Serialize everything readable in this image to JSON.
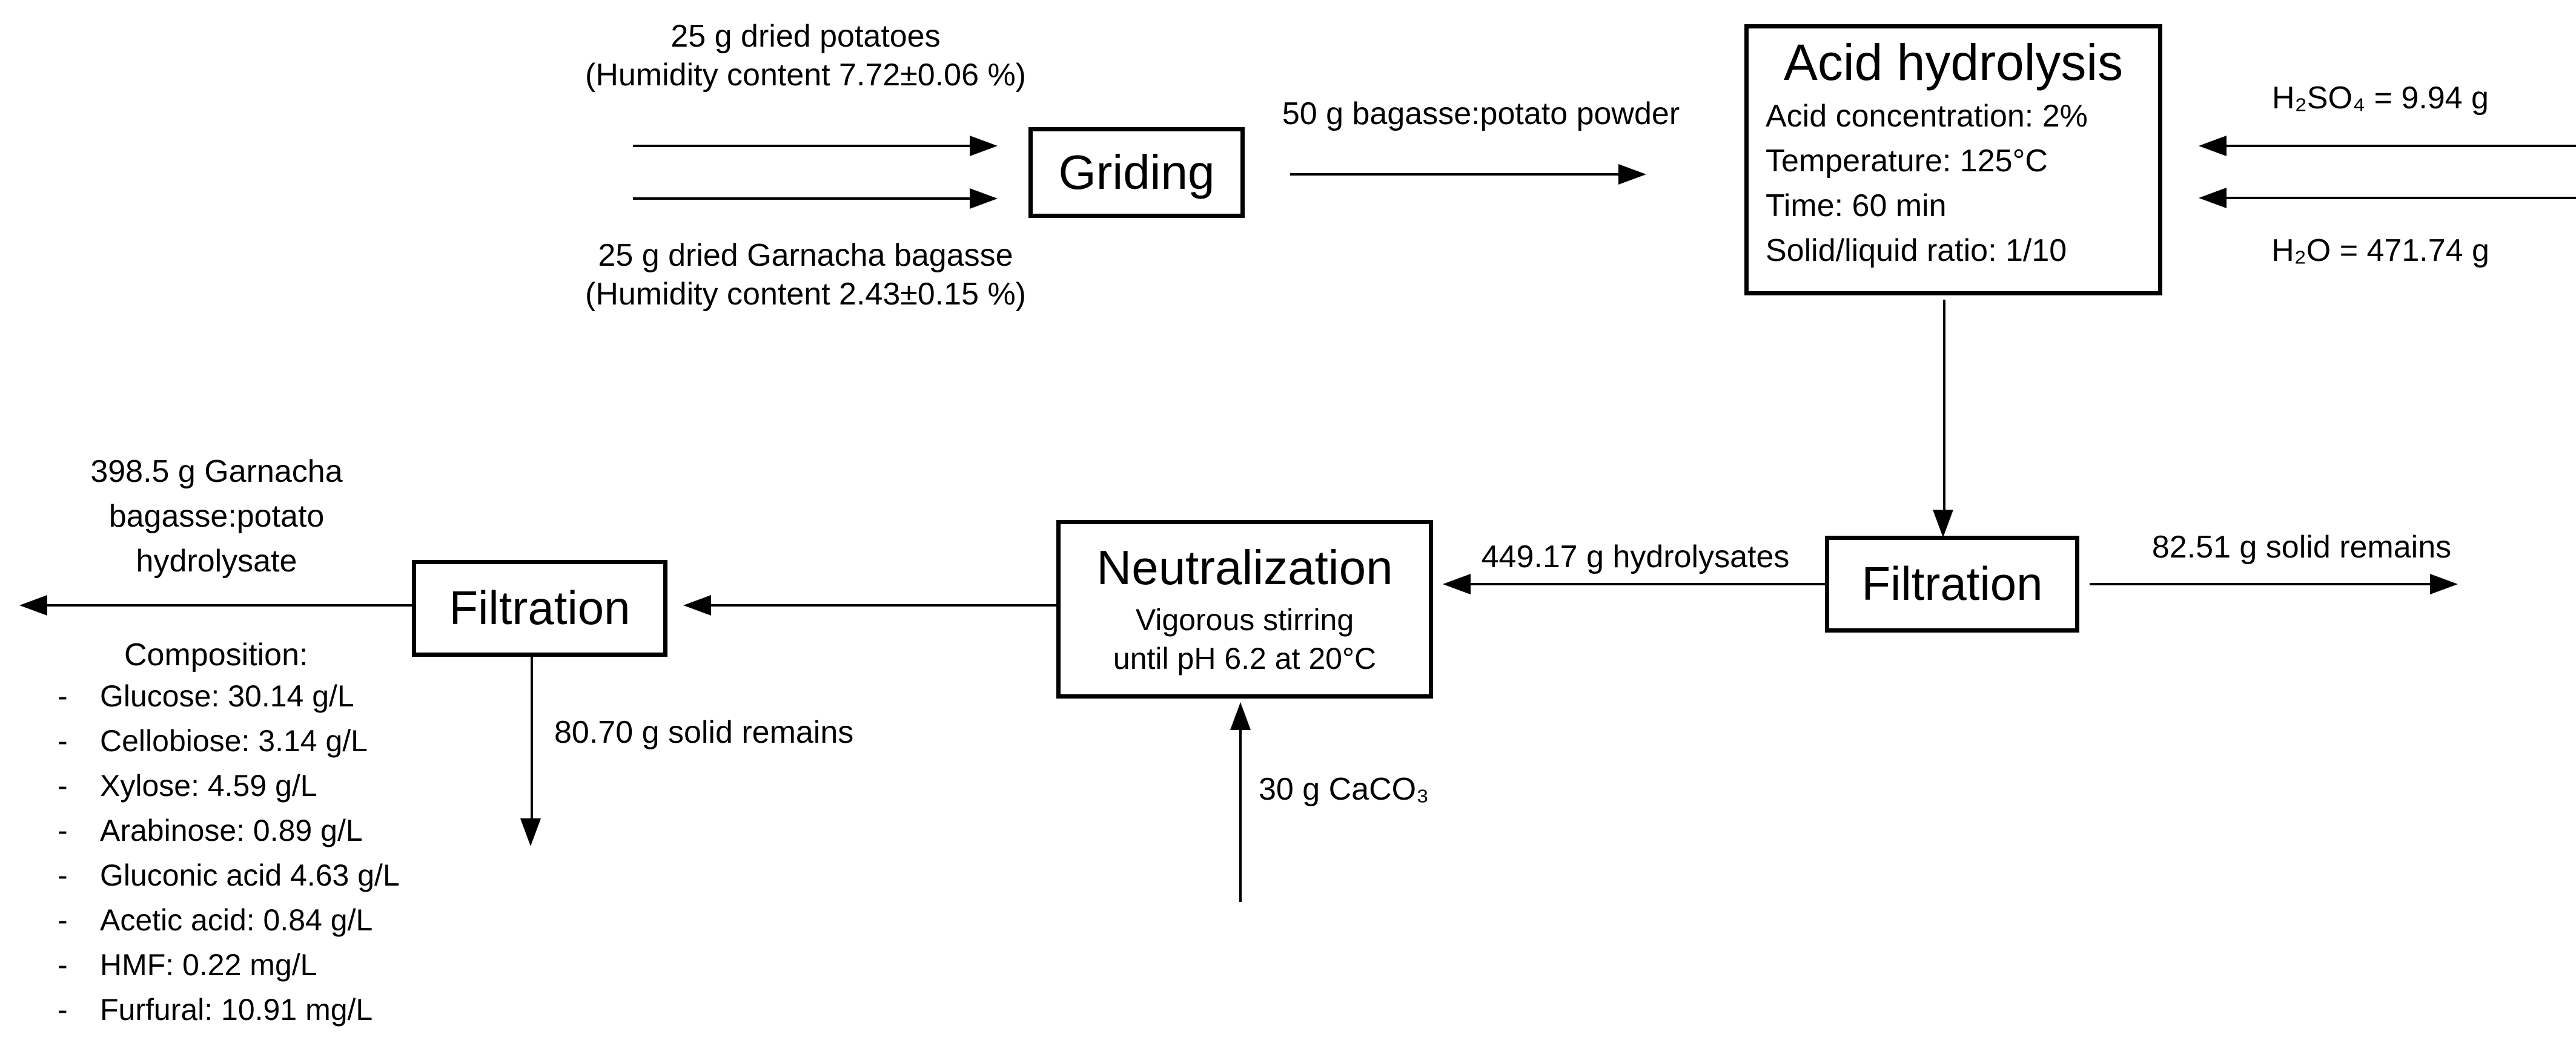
{
  "diagram": {
    "inputs": {
      "potatoes": {
        "line1": "25 g dried potatoes",
        "line2": "(Humidity content 7.72±0.06 %)"
      },
      "bagasse": {
        "line1": "25 g dried Garnacha bagasse",
        "line2": "(Humidity content 2.43±0.15 %)"
      },
      "h2so4": "H₂SO₄ = 9.94 g",
      "h2o": "H₂O = 471.74 g",
      "caco3": "30 g CaCO₃"
    },
    "boxes": {
      "griding": {
        "title": "Griding"
      },
      "acid_hydrolysis": {
        "title": "Acid hydrolysis",
        "line1": "Acid concentration: 2%",
        "line2": "Temperature: 125°C",
        "line3": "Time: 60 min",
        "line4": "Solid/liquid ratio: 1/10"
      },
      "filtration_right": {
        "title": "Filtration"
      },
      "neutralization": {
        "title": "Neutralization",
        "line1": "Vigorous stirring",
        "line2": "until pH 6.2 at 20°C"
      },
      "filtration_left": {
        "title": "Filtration"
      }
    },
    "streams": {
      "powder": "50 g bagasse:potato powder",
      "hydrolysates": "449.17 g hydrolysates",
      "solid_remains_right": "82.51 g solid remains",
      "solid_remains_left": "80.70 g solid remains",
      "product": {
        "line1": "398.5 g Garnacha",
        "line2": "bagasse:potato",
        "line3": "hydrolysate"
      }
    },
    "composition": {
      "title": "Composition:",
      "bullet": "-",
      "items": [
        "Glucose: 30.14 g/L",
        "Cellobiose: 3.14 g/L",
        "Xylose: 4.59 g/L",
        "Arabinose: 0.89 g/L",
        "Gluconic acid 4.63 g/L",
        "Acetic acid: 0.84 g/L",
        "HMF: 0.22 mg/L",
        "Furfural: 10.91 mg/L"
      ]
    },
    "colors": {
      "ink": "#000000",
      "background": "#ffffff"
    }
  }
}
